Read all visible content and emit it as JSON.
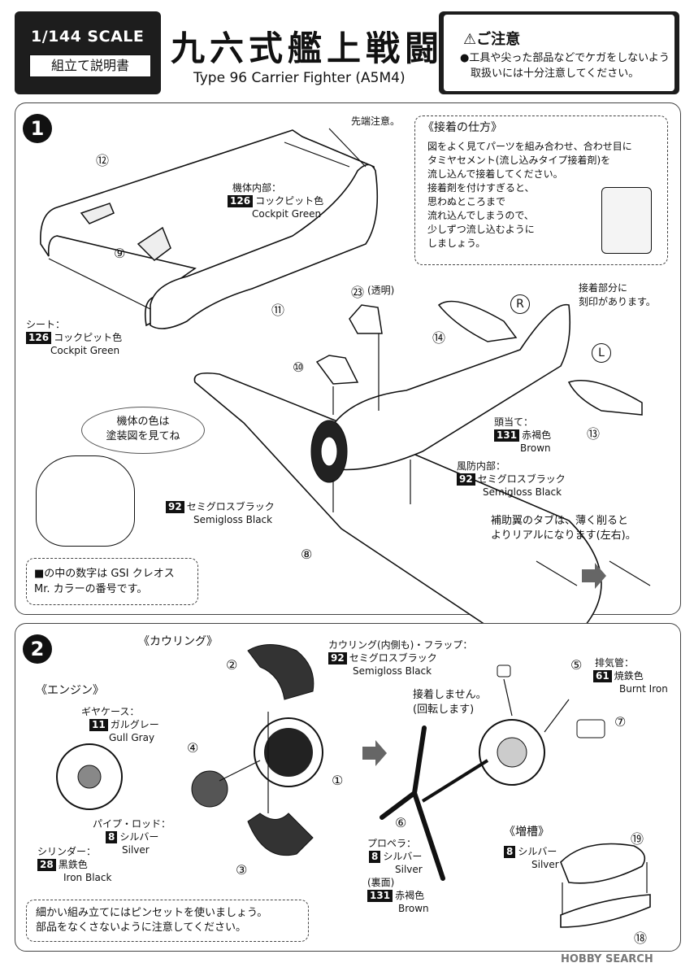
{
  "header": {
    "scale": "1/144 SCALE",
    "manual": "組立て説明書",
    "title_jp": "九六式艦上戦闘機",
    "title_en": "Type 96 Carrier Fighter (A5M4)",
    "caution_title": "⚠ご注意",
    "caution_line1": "●工具や尖った部品などでケガをしないよう",
    "caution_line2": "　取扱いには十分注意してください。"
  },
  "step1": {
    "number": "1",
    "tip_note": "先端注意。",
    "glue_title": "《接着の仕方》",
    "glue_lines": [
      "図をよく見てパーツを組み合わせ、合わせ目に",
      "タミヤセメント(流し込みタイプ接着剤)を",
      "流し込んで接着してください。",
      "接着剤を付けすぎると、",
      "思わぬところまで",
      "流れ込んでしまうので、",
      "少しずつ流し込むように",
      "しましょう。"
    ],
    "marking_note1": "接着部分に",
    "marking_note2": "刻印があります。",
    "interior_label": "機体内部：",
    "interior_num": "126",
    "interior_jp": "コックピット色",
    "interior_en": "Cockpit Green",
    "seat_label": "シート：",
    "seat_num": "126",
    "seat_jp": "コックピット色",
    "seat_en": "Cockpit Green",
    "clear_label": "(透明)",
    "headrest_label": "頭当て：",
    "headrest_num": "131",
    "headrest_jp": "赤褐色",
    "headrest_en": "Brown",
    "windscreen_label": "風防内部：",
    "windscreen_num": "92",
    "windscreen_jp": "セミグロスブラック",
    "windscreen_en": "Semigloss Black",
    "engine_num": "92",
    "engine_jp": "セミグロスブラック",
    "engine_en": "Semigloss Black",
    "body_color_line1": "機体の色は",
    "body_color_line2": "塗装図を見てね",
    "tab_note1": "補助翼のタブは、薄く削ると",
    "tab_note2": "よりリアルになります(左右)。",
    "legend_line1": "■の中の数字は GSI クレオス",
    "legend_line2": "Mr. カラーの番号です。",
    "parts": [
      "⑫",
      "⑨",
      "⑪",
      "㉓",
      "⑭",
      "⑩",
      "⑬",
      "⑧"
    ],
    "marks": [
      "R",
      "L"
    ]
  },
  "step2": {
    "number": "2",
    "cowling_title": "《カウリング》",
    "engine_title": "《エンジン》",
    "cowling_label": "カウリング(内側も)・フラップ：",
    "cowling_num": "92",
    "cowling_jp": "セミグロスブラック",
    "cowling_en": "Semigloss Black",
    "gear_label": "ギヤケース：",
    "gear_num": "11",
    "gear_jp": "ガルグレー",
    "gear_en": "Gull Gray",
    "pipe_label": "パイプ・ロッド：",
    "pipe_num": "8",
    "pipe_jp": "シルバー",
    "pipe_en": "Silver",
    "cyl_label": "シリンダー：",
    "cyl_num": "28",
    "cyl_jp": "黒鉄色",
    "cyl_en": "Iron Black",
    "exhaust_label": "排気管：",
    "exhaust_num": "61",
    "exhaust_jp": "焼鉄色",
    "exhaust_en": "Burnt Iron",
    "no_glue1": "接着しません。",
    "no_glue2": "(回転します)",
    "prop_label": "プロペラ：",
    "prop_num": "8",
    "prop_jp": "シルバー",
    "prop_en": "Silver",
    "back_label": "(裏面)",
    "back_num": "131",
    "back_jp": "赤褐色",
    "back_en": "Brown",
    "tank_title": "《増槽》",
    "tank_num": "8",
    "tank_jp": "シルバー",
    "tank_en": "Silver",
    "tweezers1": "細かい組み立てにはピンセットを使いましょう。",
    "tweezers2": "部品をなくさないように注意してください。",
    "parts": [
      "②",
      "④",
      "①",
      "③",
      "⑤",
      "⑦",
      "⑥",
      "⑲",
      "⑱"
    ]
  },
  "watermark": "HOBBY SEARCH"
}
